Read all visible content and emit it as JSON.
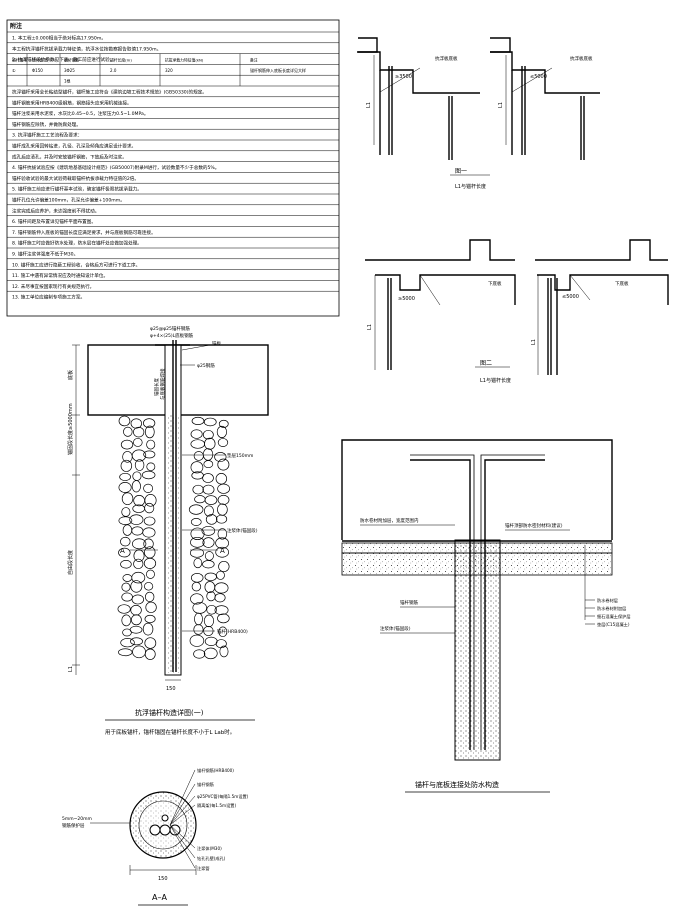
{
  "notes": {
    "header": "附注",
    "lines": [
      "1. 本工程±0.000相当于绝对标高17.950m。",
      "本工程抗浮锚杆抗拔承载力特征值，抗浮水位按勘察报告取值17.950m。",
      "2. 抗浮锚杆设计参数见下表，施工前应进行试验。",
      "",
      "",
      "抗浮锚杆采用全长粘结型锚杆，锚杆施工应符合《建筑边坡工程技术规范》(GB50330)的规定。",
      "锚杆钢筋采用HRB400级钢筋，钢筋接头应采用机械连接。",
      "锚杆注浆采用水泥浆，水灰比0.45~0.5，注浆压力0.5~1.0MPa。",
      "锚杆钢筋应除锈，并做防腐处理。",
      "3. 抗浮锚杆施工工艺流程及要求：",
      "锚杆成孔采用回转钻进，孔径、孔深及倾角应满足设计要求。",
      "成孔后应清孔，并及时安放锚杆钢筋，下放后及时注浆。",
      "4. 锚杆抗拔试验应按《建筑地基基础设计规范》(GB50007)附录M进行，试验数量不少于总数的5%。",
      "锚杆验收试验的最大试验荷载取锚杆抗拔承载力特征值的2倍。",
      "5. 锚杆施工前应进行锚杆基本试验，确定锚杆极限抗拔承载力。",
      "锚杆孔位允许偏差100mm，孔深允许偏差+100mm。",
      "注浆完成后应养护，未达强度前不得扰动。",
      "6. 锚杆间距及布置详见锚杆平面布置图。",
      "7. 锚杆钢筋伸入底板的锚固长度应满足要求，并与底板钢筋可靠连接。",
      "8. 锚杆施工时应做好防水处理，防水层在锚杆处应做加强处理。",
      "9. 锚杆注浆体强度不低于M30。",
      "10. 锚杆施工应进行隐蔽工程验收，合格后方可进行下道工序。",
      "11. 施工中遇有异常情况应及时通知设计单位。",
      "12. 未尽事宜按国家现行有关规范执行。",
      "13. 施工单位应编制专项施工方案。"
    ],
    "table": {
      "headers": [
        "锚杆编号",
        "锚杆直径(mm)",
        "锚杆钢筋",
        "锚杆长度(m)",
        "抗拔承载力特征值(kN)",
        "备注"
      ],
      "rows": [
        [
          "①",
          "Φ150",
          "3Φ25",
          "2.0",
          "320",
          "锚杆钢筋伸入底板长度详见大样"
        ],
        [
          "",
          "",
          "1根",
          "",
          "",
          ""
        ]
      ]
    }
  },
  "detail_top_left": {
    "dim_label": "≥3500",
    "slab_label": "抗浮板底板",
    "length_label": "L1",
    "caption_num": "图一",
    "caption": "L1与锚杆长度"
  },
  "detail_top_right": {
    "dim_label": "≤5000",
    "slab_label": "抗浮板底板",
    "length_label": "L1"
  },
  "detail_mid_left": {
    "dim_label": "≥5000",
    "slab_label": "下底板",
    "length_label": "L1",
    "caption_num": "图二",
    "caption": "L1与锚杆长度"
  },
  "detail_mid_right": {
    "dim_label": "≤5000",
    "slab_label": "下底板",
    "length_label": "L1"
  },
  "anchor_detail": {
    "top_labels": [
      "φ25@φ25锚杆钢筋",
      "φ+4×(25)L底板钢筋"
    ],
    "label_rebar": "φ25钢筋",
    "label_plate": "锚板",
    "label_bond": "与底板钢筋焊接",
    "label_slab": "底板",
    "label_cushion": "垫层150mm",
    "label_protect": "注浆体(锚固段)",
    "label_grout": "锚杆(HRB400)",
    "label_free": "自由段长度",
    "label_anchor_len": "锚固段长度≥5000mm",
    "label_top_len": "锚固长度",
    "section_a": "A",
    "dim_bottom": "150",
    "dim_left_bottom": "L1",
    "caption": "抗浮锚杆构造详图(一)",
    "subcaption": "用于底板锚杆，锚杆锚固在锚杆长度不小于L Lab时。"
  },
  "waterproof_detail": {
    "label_top_left": "防水卷材附加层，宽度范围内",
    "label_top_right": "锚杆顶部防水密封材料(建议)",
    "label_left_mid": "锚杆钢筋",
    "label_left_low": "注浆体(锚固段)",
    "right_labels": [
      "防水卷材层",
      "防水卷材附加层",
      "细石混凝土保护层",
      "垫层(C15混凝土)"
    ],
    "caption": "锚杆与底板连接处防水构造"
  },
  "section_aa": {
    "labels_right": [
      "锚杆钢筋(HRB400)",
      "锚杆钢筋",
      "φ25PVC管(每隔1.5m设置)",
      "隔离架(每1.5m设置)",
      "注浆体(M30)",
      "钻孔孔壁(成孔)",
      "注浆管"
    ],
    "label_left": "5mm~20mm 钢筋保护层",
    "dim": "150",
    "caption": "A–A"
  }
}
